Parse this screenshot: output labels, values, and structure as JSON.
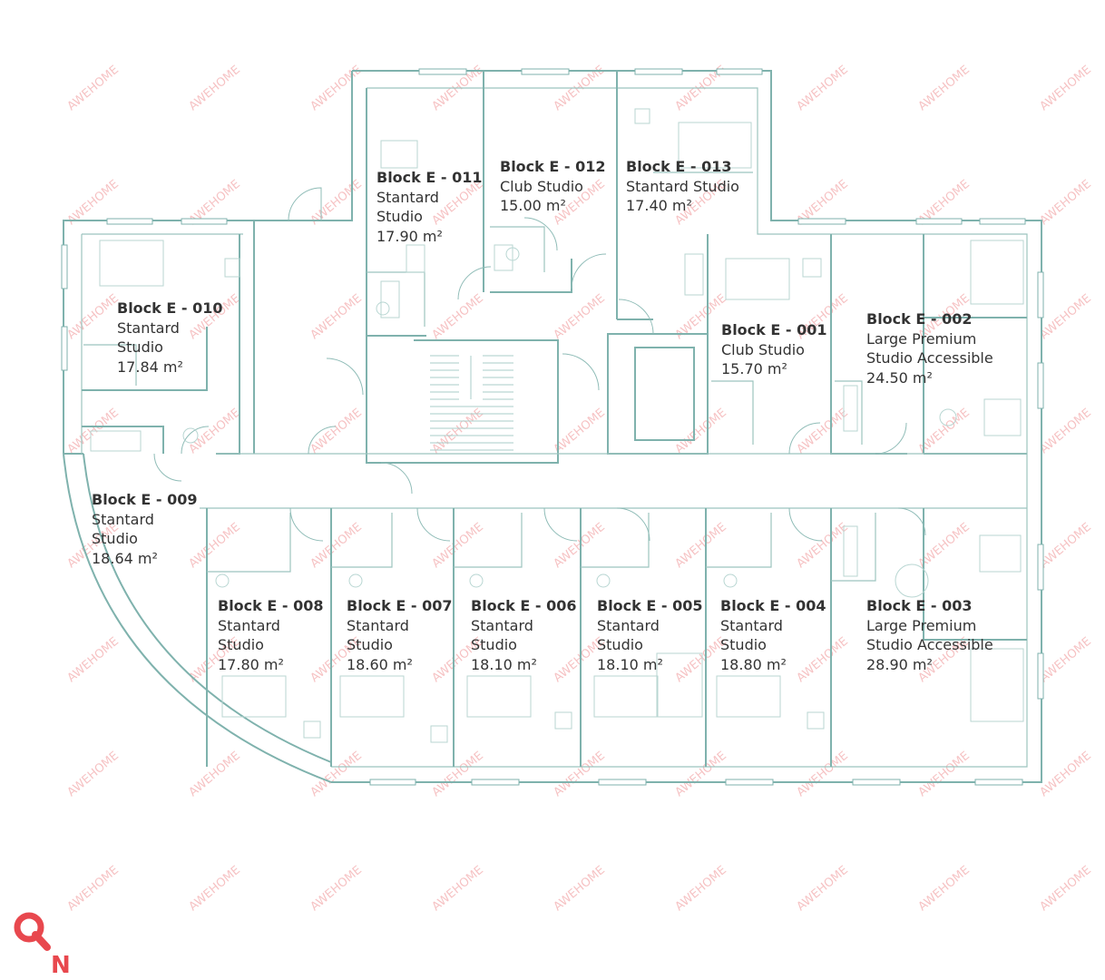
{
  "units": [
    {
      "id": "011",
      "title": "Block E - 011",
      "name_lines": [
        "Stantard",
        "Studio"
      ],
      "area": "17.90 m²"
    },
    {
      "id": "012",
      "title": "Block E - 012",
      "name_lines": [
        "Club Studio"
      ],
      "area": "15.00 m²"
    },
    {
      "id": "013",
      "title": "Block E - 013",
      "name_lines": [
        "Stantard Studio"
      ],
      "area": "17.40 m²"
    },
    {
      "id": "010",
      "title": "Block E - 010",
      "name_lines": [
        "Stantard",
        "Studio"
      ],
      "area": "17.84 m²"
    },
    {
      "id": "001",
      "title": "Block E - 001",
      "name_lines": [
        "Club Studio"
      ],
      "area": "15.70 m²"
    },
    {
      "id": "002",
      "title": "Block E - 002",
      "name_lines": [
        "Large Premium",
        "Studio Accessible"
      ],
      "area": "24.50 m²"
    },
    {
      "id": "009",
      "title": "Block E - 009",
      "name_lines": [
        "Stantard",
        "Studio"
      ],
      "area": "18.64 m²"
    },
    {
      "id": "008",
      "title": "Block E - 008",
      "name_lines": [
        "Stantard",
        "Studio"
      ],
      "area": "17.80 m²"
    },
    {
      "id": "007",
      "title": "Block E - 007",
      "name_lines": [
        "Stantard",
        "Studio"
      ],
      "area": "18.60 m²"
    },
    {
      "id": "006",
      "title": "Block E - 006",
      "name_lines": [
        "Stantard",
        "Studio"
      ],
      "area": "18.10 m²"
    },
    {
      "id": "005",
      "title": "Block E - 005",
      "name_lines": [
        "Stantard",
        "Studio"
      ],
      "area": "18.10 m²"
    },
    {
      "id": "004",
      "title": "Block E - 004",
      "name_lines": [
        "Stantard",
        "Studio"
      ],
      "area": "18.80 m²"
    },
    {
      "id": "003",
      "title": "Block E - 003",
      "name_lines": [
        "Large Premium",
        "Studio Accessible"
      ],
      "area": "28.90 m²"
    }
  ],
  "watermark": "AWEHOME",
  "compass": {
    "label": "N",
    "color": "#e8484e"
  },
  "colors": {
    "walls": "#7fb2ad",
    "watermark": "#f3aeb0",
    "text": "#333333"
  }
}
